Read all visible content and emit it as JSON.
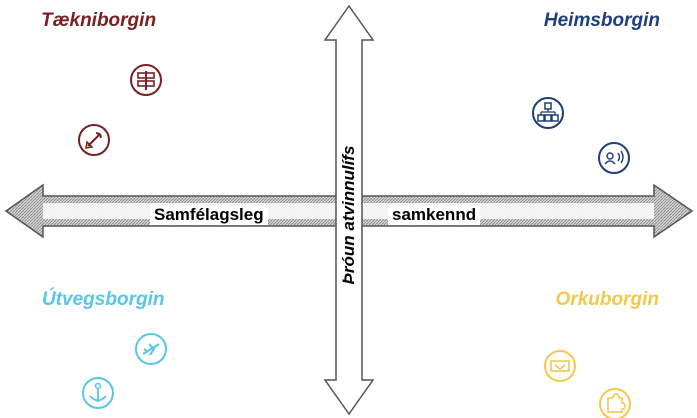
{
  "quadrants": {
    "top_left": {
      "title": "Tækniborgin",
      "color": "#7a1f1f",
      "icons": [
        "signpost-icon",
        "rocket-icon"
      ]
    },
    "top_right": {
      "title": "Heimsborgin",
      "color": "#1f3f7a",
      "icons": [
        "network-icon",
        "people-icon"
      ]
    },
    "bottom_left": {
      "title": "Útvegsborgin",
      "color": "#57c7e8",
      "icons": [
        "airplane-icon",
        "anchor-icon"
      ]
    },
    "bottom_right": {
      "title": "Orkuborgin",
      "color": "#f2c94c",
      "icons": [
        "handshake-icon",
        "puzzle-icon"
      ]
    }
  },
  "horizontal_axis": {
    "left_label": "Samfélagsleg",
    "right_label": "samkennd"
  },
  "vertical_axis": {
    "label": "Þróun atvinnulífs"
  }
}
